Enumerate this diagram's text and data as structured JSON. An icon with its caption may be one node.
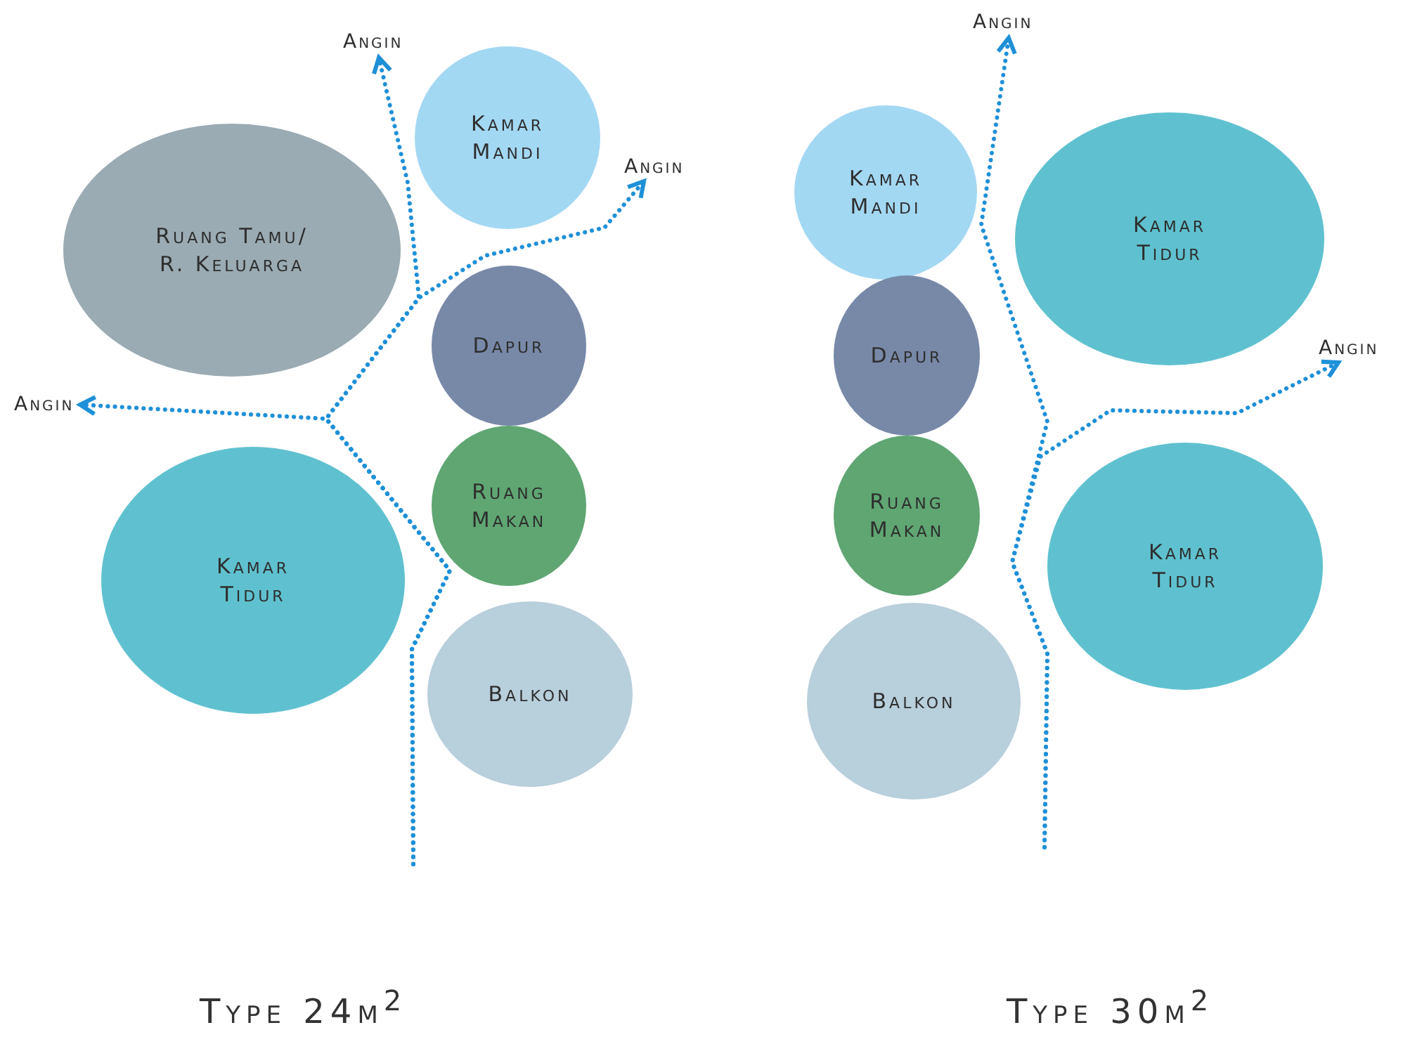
{
  "diagram": {
    "nodes": [
      {
        "text": [
          "Ruang Tamu/ R. Keluarga"
        ]
      },
      {
        "text": [
          "Kamar Mandi"
        ]
      },
      {
        "text": [
          "Dapur"
        ]
      },
      {
        "text": [
          "Ruang Makan"
        ]
      },
      {
        "text": [
          "Kamar Tidur"
        ]
      },
      {
        "text": [
          "Balkon"
        ]
      },
      {
        "text": [
          "Angin"
        ]
      },
      {
        "text": [
          "Angin"
        ]
      },
      {
        "text": [
          "Angin"
        ]
      },
      {
        "text": [
          "Kamar Mandi"
        ]
      },
      {
        "text": [
          "Kamar Tidur"
        ]
      },
      {
        "text": [
          "Dapur"
        ]
      },
      {
        "text": [
          "Ruang Makan"
        ]
      },
      {
        "text": [
          "Kamar Tidur"
        ]
      },
      {
        "text": [
          "Balkon"
        ]
      },
      {
        "text": [
          "Angin"
        ]
      },
      {
        "text": [
          "Angin"
        ]
      }
    ],
    "edges": [
      {
        "from": null,
        "to": 6,
        "arrow": "to",
        "style": "dashed"
      },
      {
        "from": null,
        "to": 7,
        "arrow": "to",
        "style": "dashed"
      },
      {
        "from": null,
        "to": 8,
        "arrow": "to",
        "style": "dashed"
      },
      {
        "from": null,
        "to": 15,
        "arrow": "to",
        "style": "dashed"
      },
      {
        "from": null,
        "to": 16,
        "arrow": "to",
        "style": "dashed"
      }
    ],
    "labels": [
      "Type 24m$^{2}$",
      "Type 30m$^{2}$"
    ]
  }
}
